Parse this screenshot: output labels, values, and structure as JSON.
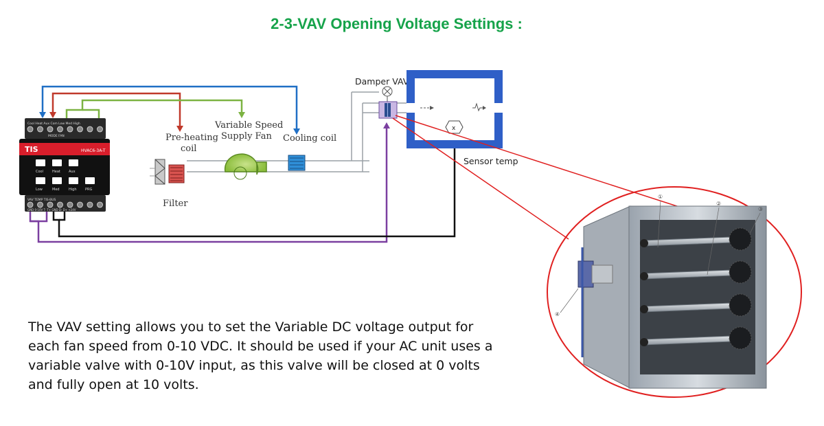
{
  "title": "2-3-VAV Opening Voltage Settings :",
  "description": "The VAV setting allows you to set the Variable DC voltage output for each fan speed from 0-10 VDC. It should be used if your AC unit uses a variable valve with 0-10V input, as this valve will be closed at 0 volts and fully open at 10 volts.",
  "labels": {
    "damper_vav": "Damper VAV",
    "sensor_temp": "Sensor temp",
    "pre_heating_coil_1": "Pre-heating",
    "pre_heating_coil_2": "coil",
    "supply_fan_1": "Variable Speed",
    "supply_fan_2": "Supply Fan",
    "cooling_coil": "Cooling coil",
    "filter": "Filter"
  },
  "controller": {
    "brand": "TIS",
    "model": "HVAC6-3A-T",
    "top_terminals": "Cool Heat Aux Com Low Med High",
    "top_groups": "MODE        FAN",
    "buttons_row1": [
      "Cool",
      "Heat",
      "Aux"
    ],
    "buttons_row2": [
      "Low",
      "Med",
      "High",
      "PRG"
    ],
    "bottom_groups": "VAV   TEMP   TIS-BUS",
    "bottom_terminals": "GND 0-10V T- T+ GND D- D+ +24V"
  },
  "callouts": [
    "①",
    "②",
    "③",
    "④"
  ],
  "colors": {
    "title": "#16a34a",
    "wire_blue": "#1f6fc5",
    "wire_red": "#c0392b",
    "wire_green": "#7cb342",
    "wire_purple": "#7b3fa0",
    "wire_black": "#111111",
    "duct_frame": "#2f5fc7",
    "magnifier_circle": "#e02020"
  }
}
